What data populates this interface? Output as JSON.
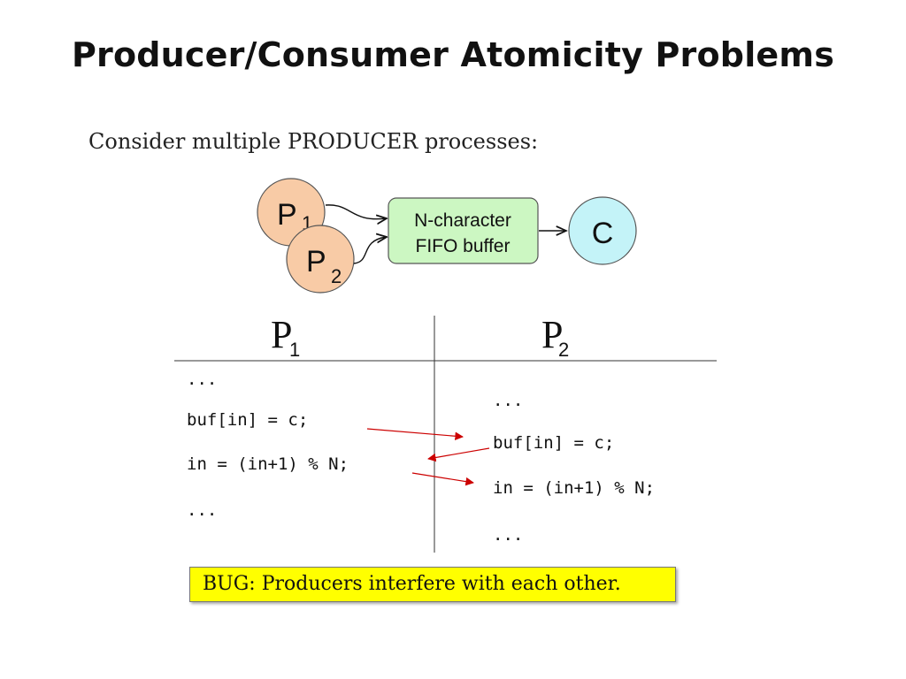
{
  "title": "Producer/Consumer Atomicity Problems",
  "subtitle": "Consider multiple PRODUCER processes:",
  "diagram": {
    "producer1": {
      "letter": "P",
      "sub": "1"
    },
    "producer2": {
      "letter": "P",
      "sub": "2"
    },
    "buffer": {
      "line1": "N-character",
      "line2": "FIFO buffer"
    },
    "consumer": "C"
  },
  "columns": {
    "p1": {
      "letter": "P",
      "sub": "1"
    },
    "p2": {
      "letter": "P",
      "sub": "2"
    }
  },
  "code_p1": [
    "...",
    "buf[in] = c;",
    "in = (in+1) % N;",
    "..."
  ],
  "code_p2": [
    "...",
    "buf[in] = c;",
    "in = (in+1) % N;",
    "..."
  ],
  "bug_note": "BUG: Producers interfere with each other.",
  "colors": {
    "producer_fill": "#f8cba6",
    "buffer_fill": "#ccf7c2",
    "consumer_fill": "#c4f3f8",
    "arrow_red": "#cc0000",
    "bug_bg": "#ffff00"
  }
}
